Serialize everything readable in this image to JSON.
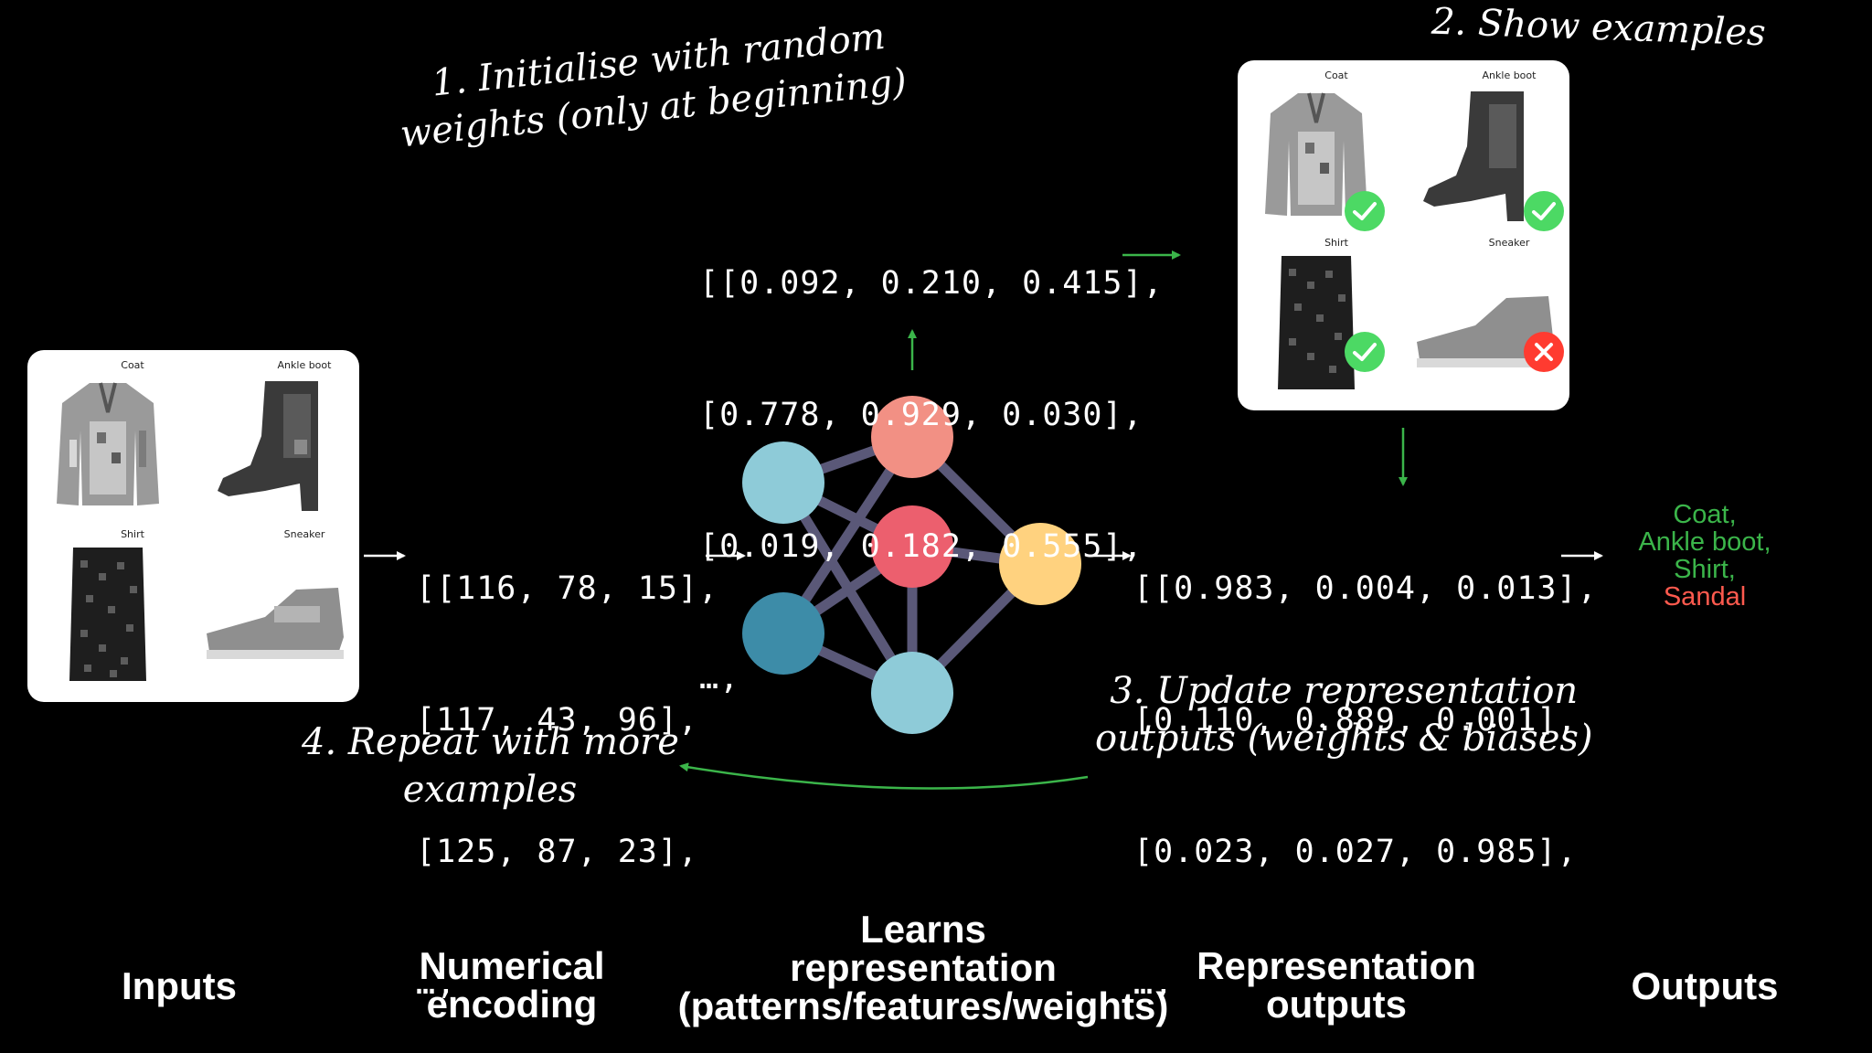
{
  "colors": {
    "background": "#000000",
    "arrow_white": "#ffffff",
    "arrow_green": "#3bb54a",
    "correct": "#4cd964",
    "wrong": "#ff3b30",
    "output_green": "#3bb54a",
    "output_red": "#ff5a4e",
    "node_light_blue": "#8ecbd8",
    "node_dark_blue": "#3d8ca8",
    "node_salmon": "#f29084",
    "node_red": "#ec5f6e",
    "node_yellow": "#ffd27f",
    "edge": "#5a5878"
  },
  "input_card": {
    "labels": [
      "Coat",
      "Ankle boot",
      "Shirt",
      "Sneaker"
    ]
  },
  "examples_card": {
    "labels": [
      "Coat",
      "Ankle boot",
      "Shirt",
      "Sneaker"
    ],
    "results": [
      "correct",
      "correct",
      "correct",
      "wrong"
    ]
  },
  "numerical_encoding": {
    "lines": [
      "[[116, 78, 15],",
      "[117, 43, 96],",
      "[125, 87, 23],",
      "…,"
    ]
  },
  "weights": {
    "lines": [
      "[[0.092, 0.210, 0.415],",
      "[0.778, 0.929, 0.030],",
      "[0.019, 0.182, 0.555],",
      "…,"
    ]
  },
  "representation_outputs": {
    "lines": [
      "[[0.983, 0.004, 0.013],",
      "[0.110, 0.889, 0.001],",
      "[0.023, 0.027, 0.985],",
      "…,"
    ]
  },
  "steps": {
    "step1_line1": "1. Initialise with random",
    "step1_line2": "weights (only at beginning)",
    "step2": "2. Show examples",
    "step3_line1": "3. Update representation",
    "step3_line2": "outputs (weights & biases)",
    "step4_line1": "4. Repeat with more",
    "step4_line2": "examples"
  },
  "outputs": {
    "items": [
      "Coat,",
      "Ankle boot,",
      "Shirt,",
      "Sandal"
    ]
  },
  "bottom_labels": {
    "inputs": "Inputs",
    "numerical_encoding_1": "Numerical",
    "numerical_encoding_2": "encoding",
    "learns_1": "Learns",
    "learns_2": "representation",
    "learns_3": "(patterns/features/weights)",
    "rep_outputs_1": "Representation",
    "rep_outputs_2": "outputs",
    "outputs": "Outputs"
  }
}
